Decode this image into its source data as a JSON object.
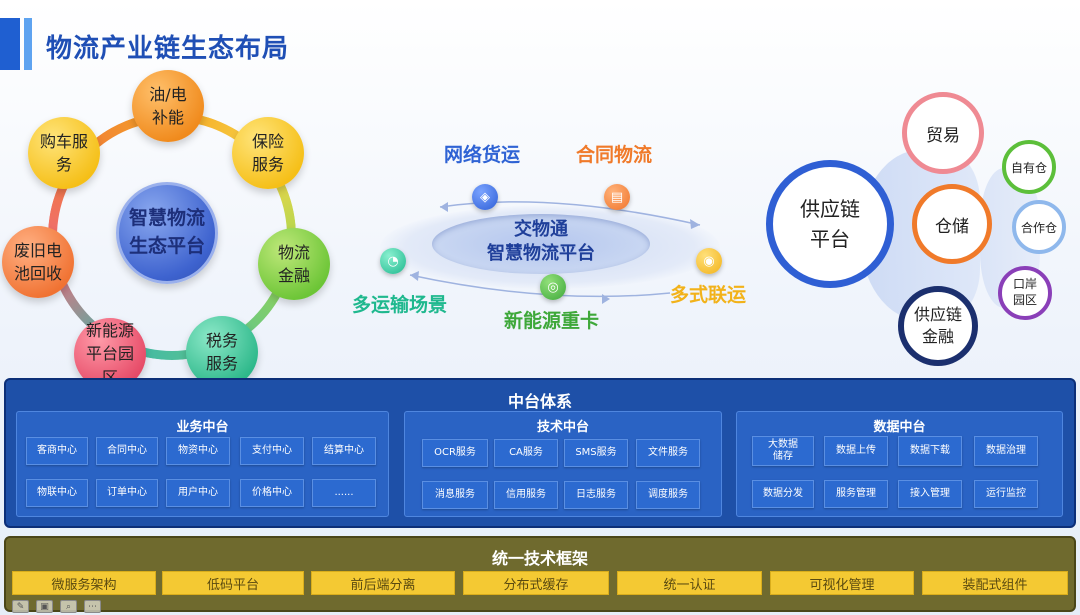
{
  "title": "物流产业链生态布局",
  "ecosystem": {
    "center": "智慧物流生态平台",
    "items": [
      "油/电补能",
      "保险服务",
      "物流金融",
      "税务服务",
      "新能源平台园区",
      "废旧电池回收",
      "购车服务"
    ]
  },
  "platform": {
    "title": "交物通\n智慧物流平台",
    "nodes": [
      {
        "label": "网络货运",
        "color": "#2f63d4",
        "icon": "cube-icon"
      },
      {
        "label": "合同物流",
        "color": "#f07a2a",
        "icon": "document-icon"
      },
      {
        "label": "多式联运",
        "color": "#f2b21a",
        "icon": "location-icon"
      },
      {
        "label": "新能源重卡",
        "color": "#3ea83a",
        "icon": "compass-icon"
      },
      {
        "label": "多运输场景",
        "color": "#1fb88e",
        "icon": "chart-icon"
      }
    ]
  },
  "supply_chain": {
    "center": "供应链平台",
    "trade": "贸易",
    "warehouse": "仓储",
    "finance": "供应链金融",
    "sub": [
      "自有仓",
      "合作仓",
      "口岸园区"
    ]
  },
  "middle": {
    "title": "中台体系",
    "business": {
      "title": "业务中台",
      "items": [
        "客商中心",
        "合同中心",
        "物资中心",
        "支付中心",
        "结算中心",
        "物联中心",
        "订单中心",
        "用户中心",
        "价格中心",
        "......"
      ]
    },
    "tech": {
      "title": "技术中台",
      "items": [
        "OCR服务",
        "CA服务",
        "SMS服务",
        "文件服务",
        "消息服务",
        "信用服务",
        "日志服务",
        "调度服务"
      ]
    },
    "data": {
      "title": "数据中台",
      "items": [
        "大数据储存",
        "数据上传",
        "数据下载",
        "数据治理",
        "数据分发",
        "服务管理",
        "接入管理",
        "运行监控"
      ]
    }
  },
  "framework": {
    "title": "统一技术框架",
    "items": [
      "微服务架构",
      "低码平台",
      "前后端分离",
      "分布式缓存",
      "统一认证",
      "可视化管理",
      "装配式组件"
    ]
  }
}
